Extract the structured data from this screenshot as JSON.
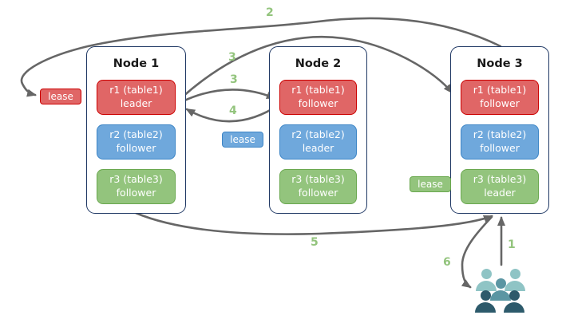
{
  "diagram_type": "distributed-database-replica-lease-diagram",
  "nodes": [
    {
      "title": "Node 1",
      "replicas": [
        {
          "name": "r1 (table1)",
          "role": "leader",
          "color": "#e06666"
        },
        {
          "name": "r2 (table2)",
          "role": "follower",
          "color": "#6fa8dc"
        },
        {
          "name": "r3 (table3)",
          "role": "follower",
          "color": "#93c47d"
        }
      ]
    },
    {
      "title": "Node 2",
      "replicas": [
        {
          "name": "r1 (table1)",
          "role": "follower",
          "color": "#e06666"
        },
        {
          "name": "r2 (table2)",
          "role": "leader",
          "color": "#6fa8dc"
        },
        {
          "name": "r3 (table3)",
          "role": "follower",
          "color": "#93c47d"
        }
      ]
    },
    {
      "title": "Node 3",
      "replicas": [
        {
          "name": "r1 (table1)",
          "role": "follower",
          "color": "#e06666"
        },
        {
          "name": "r2 (table2)",
          "role": "follower",
          "color": "#6fa8dc"
        },
        {
          "name": "r3 (table3)",
          "role": "leader",
          "color": "#93c47d"
        }
      ]
    }
  ],
  "leases": [
    {
      "label": "lease",
      "color": "#e06666"
    },
    {
      "label": "lease",
      "color": "#6fa8dc"
    },
    {
      "label": "lease",
      "color": "#93c47d"
    }
  ],
  "steps": [
    {
      "label": "1"
    },
    {
      "label": "2"
    },
    {
      "label": "3"
    },
    {
      "label": "3"
    },
    {
      "label": "4"
    },
    {
      "label": "5"
    },
    {
      "label": "6"
    }
  ],
  "icons": {
    "users_group": "users-group-icon"
  },
  "colors": {
    "replica_red": "#e06666",
    "replica_red_border": "#cc0000",
    "replica_blue": "#6fa8dc",
    "replica_blue_border": "#3d85c6",
    "replica_green": "#93c47d",
    "replica_green_border": "#6aa84f",
    "node_border": "#1f3864",
    "arrow": "#666666",
    "step_label": "#93c47d",
    "users_light": "#8fc4c5",
    "users_medium": "#5b96a3",
    "users_dark": "#2d5a6b",
    "background": "#ffffff"
  }
}
